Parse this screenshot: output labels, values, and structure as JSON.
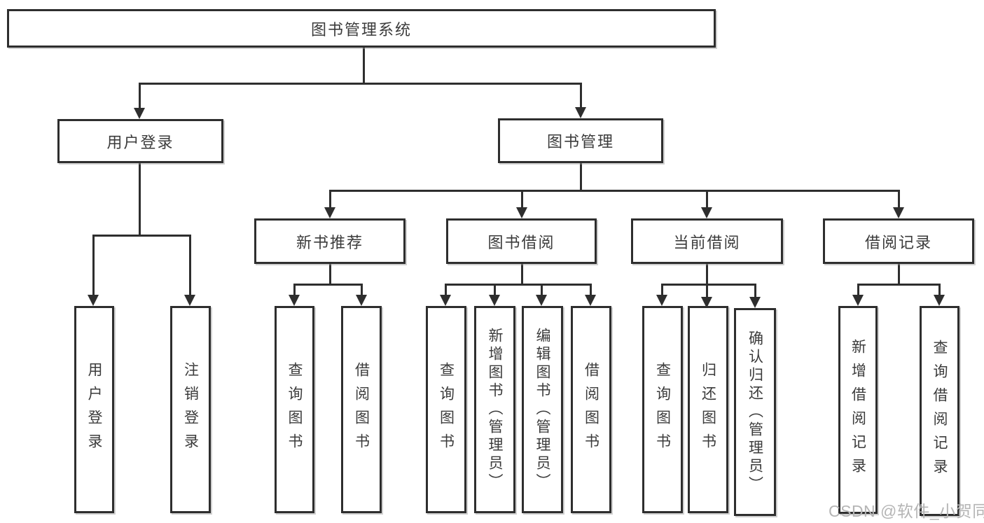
{
  "root": {
    "label": "图书管理系统"
  },
  "branches": [
    {
      "id": "user",
      "label": "用户登录"
    },
    {
      "id": "book",
      "label": "图书管理"
    }
  ],
  "sections": [
    {
      "id": "newbook",
      "label": "新书推荐"
    },
    {
      "id": "borrow",
      "label": "图书借阅"
    },
    {
      "id": "current",
      "label": "当前借阅"
    },
    {
      "id": "record",
      "label": "借阅记录"
    }
  ],
  "leaves": {
    "user": [
      "用户登录",
      "注销登录"
    ],
    "newbook": [
      "查询图书",
      "借阅图书"
    ],
    "borrow": [
      "查询图书",
      "新增图书（管理员）",
      "编辑图书（管理员）",
      "借阅图书"
    ],
    "current": [
      "查询图书",
      "归还图书",
      "确认归还（管理员）"
    ],
    "record": [
      "新增借阅记录",
      "查询借阅记录"
    ]
  },
  "watermark": {
    "text": "CSDN @软件_小贺同学",
    "color": "#b5b5b5"
  },
  "colors": {
    "line": "#2e2e2e",
    "text": "#3b3b3b",
    "box_fill": "#ffffff",
    "background": "#ffffff"
  }
}
